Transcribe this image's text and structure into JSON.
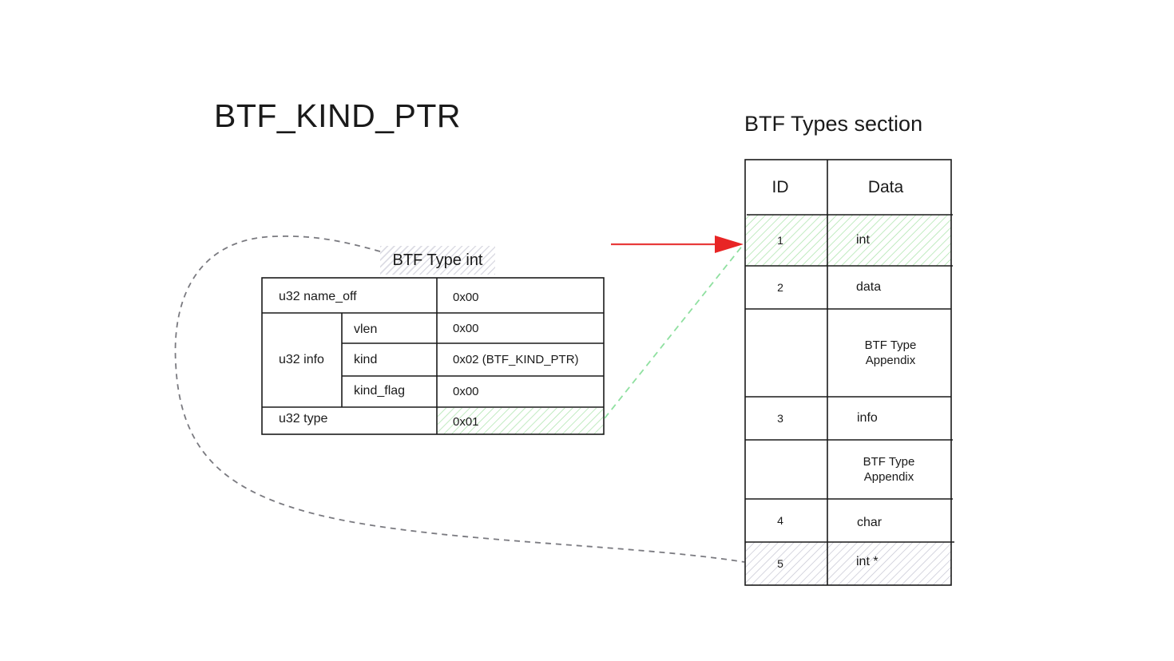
{
  "title": "BTF_KIND_PTR",
  "struct": {
    "label": "BTF Type int",
    "fields": {
      "name_off": {
        "label": "u32 name_off",
        "value": "0x00"
      },
      "info": {
        "label": "u32 info",
        "sub": [
          {
            "label": "vlen",
            "value": "0x00"
          },
          {
            "label": "kind",
            "value": "0x02 (BTF_KIND_PTR)"
          },
          {
            "label": "kind_flag",
            "value": "0x00"
          }
        ]
      },
      "type": {
        "label": "u32 type",
        "value": "0x01"
      }
    }
  },
  "section": {
    "title": "BTF Types section",
    "headers": {
      "id": "ID",
      "data": "Data"
    },
    "rows": [
      {
        "id": "1",
        "data": "int"
      },
      {
        "id": "2",
        "data": "data"
      },
      {
        "id": "",
        "data": "BTF Type Appendix"
      },
      {
        "id": "3",
        "data": "info"
      },
      {
        "id": "",
        "data": "BTF Type Appendix"
      },
      {
        "id": "4",
        "data": "char"
      },
      {
        "id": "5",
        "data": "int *"
      }
    ]
  },
  "colors": {
    "green_highlight": "#9fdc9f",
    "gray_highlight": "#b8b8c8",
    "arrow_red": "#e83a3a",
    "dashed_green": "#8fe0a0",
    "dashed_gray": "#7a7a80"
  }
}
